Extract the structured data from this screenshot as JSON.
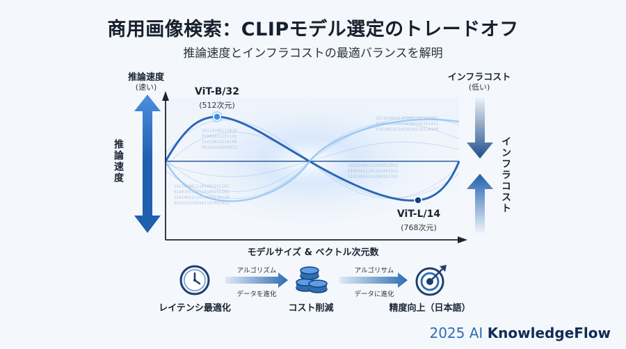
{
  "title": "商用画像検索：CLIPモデル選定のトレードオフ",
  "subtitle": "推論速度とインフラコストの最適バランスを解明",
  "left_axis": {
    "top_label": "推論速度",
    "top_sub": "(速い)",
    "vertical_label": "推論速度"
  },
  "right_axis": {
    "top_label": "インフラコスト",
    "top_sub": "(低い)",
    "vertical_label": "インフラコスト"
  },
  "x_axis_label": "モデルサイズ & ベクトル次元数",
  "points": [
    {
      "name": "ViT-B/32",
      "dims": "(512次元)"
    },
    {
      "name": "ViT-L/14",
      "dims": "(768次元)"
    }
  ],
  "flow": {
    "steps": [
      {
        "label": "レイテンシ最適化",
        "icon": "clock-icon"
      },
      {
        "label": "コスト削減",
        "icon": "coin-stack-icon"
      },
      {
        "label": "精度向上（日本語）",
        "icon": "target-icon"
      }
    ],
    "arrows": [
      {
        "top": "アルゴリズム",
        "bottom": "データを進化"
      },
      {
        "top": "アルゴリサム",
        "bottom": "データに進化"
      }
    ]
  },
  "brand": {
    "prefix": "2025 AI ",
    "strong": "KnowledgeFlow"
  },
  "colors": {
    "accent": "#1f5fae",
    "dark": "#16202e",
    "curve_light": "#5a9ee8"
  }
}
